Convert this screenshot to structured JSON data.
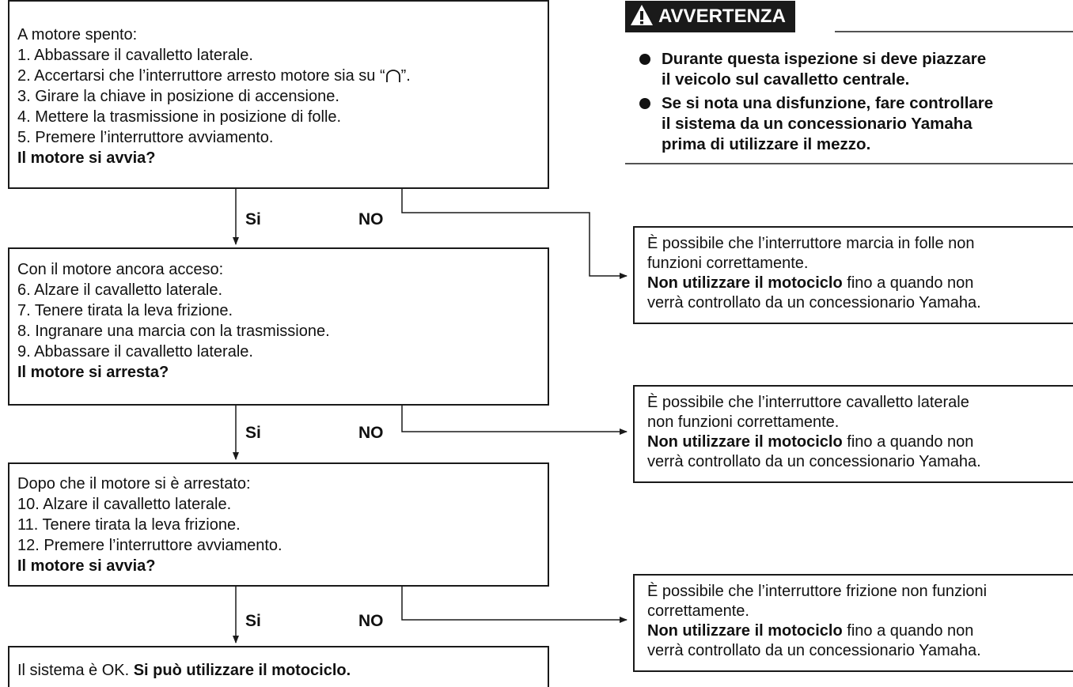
{
  "box1": {
    "lines": [
      "A motore spento:",
      "1. Abbassare il cavalletto laterale.",
      "2. Accertarsi che l’interruttore arresto motore sia su “",
      "3. Girare la chiave in posizione di accensione.",
      "4. Mettere la trasmissione in posizione di folle.",
      "5. Premere l’interruttore avviamento."
    ],
    "line2_tail": "”.",
    "question": "Il motore si avvia?"
  },
  "box2": {
    "lines": [
      "Con il motore ancora acceso:",
      "6. Alzare il cavalletto laterale.",
      "7. Tenere tirata la leva frizione.",
      "8. Ingranare una marcia con la trasmissione.",
      "9. Abbassare il cavalletto laterale."
    ],
    "question": "Il motore si arresta?"
  },
  "box3": {
    "lines": [
      "Dopo che il motore si è arrestato:",
      "10. Alzare il cavalletto laterale.",
      "11. Tenere tirata la leva frizione.",
      "12. Premere l’interruttore avviamento."
    ],
    "question": "Il motore si avvia?"
  },
  "box4": {
    "text_regular": "Il sistema è OK. ",
    "text_bold": "Si può utilizzare il motociclo."
  },
  "labels": {
    "yes": "Si",
    "no": "NO"
  },
  "warning": {
    "title": "AVVERTENZA",
    "item1": [
      "Durante questa ispezione si deve piazzare",
      "il veicolo sul cavalletto centrale."
    ],
    "item2": [
      "Se si nota una disfunzione, fare controllare",
      "il sistema da un concessionario Yamaha",
      "prima di utilizzare il mezzo."
    ]
  },
  "result1": {
    "lines": [
      "È possibile che l’interruttore marcia in folle non",
      "funzioni correttamente."
    ],
    "bold": "Non utilizzare il motociclo",
    "after_bold": " fino a quando non",
    "last": "verrà controllato da un concessionario Yamaha."
  },
  "result2": {
    "lines": [
      "È possibile che l’interruttore cavalletto laterale",
      "non funzioni correttamente."
    ],
    "bold": "Non utilizzare il motociclo",
    "after_bold": " fino a quando non",
    "last": "verrà controllato da un concessionario Yamaha."
  },
  "result3": {
    "lines": [
      "È possibile che l’interruttore frizione non funzioni",
      "correttamente."
    ],
    "bold": "Non utilizzare il motociclo",
    "after_bold": " fino a quando non",
    "last": "verrà controllato da un concessionario Yamaha."
  }
}
